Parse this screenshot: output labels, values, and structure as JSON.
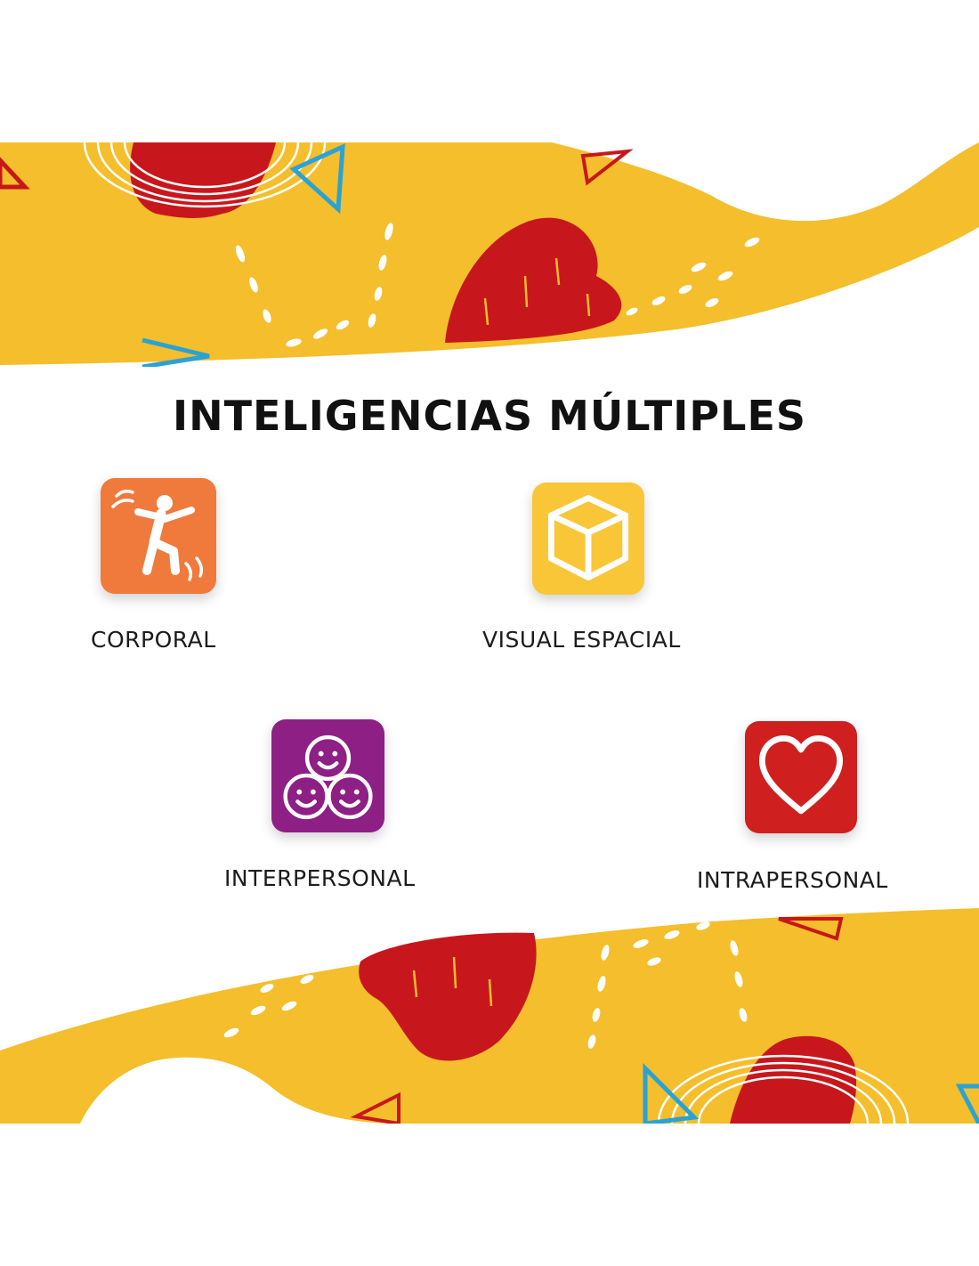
{
  "title": "INTELIGENCIAS MÚLTIPLES",
  "colors": {
    "yellow": "#F4BE2C",
    "red": "#C8171C",
    "blue": "#2AA3D4",
    "orange": "#EF7A3C",
    "purple": "#8E1F85",
    "tile_yellow": "#F9C637",
    "tile_red": "#D01F1F"
  },
  "intelligences": [
    {
      "label": "CORPORAL",
      "icon": "dancing-person-icon",
      "color": "#EF7A3C"
    },
    {
      "label": "VISUAL ESPACIAL",
      "icon": "cube-icon",
      "color": "#F9C637"
    },
    {
      "label": "INTERPERSONAL",
      "icon": "three-smiling-faces-icon",
      "color": "#8E1F85"
    },
    {
      "label": "INTRAPERSONAL",
      "icon": "heart-icon",
      "color": "#D01F1F"
    }
  ]
}
